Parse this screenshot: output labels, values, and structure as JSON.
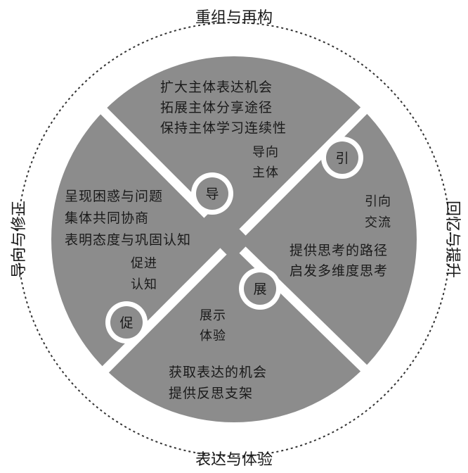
{
  "outer": {
    "top": "重组与再构",
    "right": "回忆与提升",
    "bottom": "表达与体验",
    "left": "导向与修正"
  },
  "quadrants": {
    "top": {
      "lines": [
        "扩大主体表达机会",
        "拓展主体分享途径",
        "保持主体学习连续性"
      ]
    },
    "left": {
      "lines": [
        "呈现困惑与问题",
        "集体共同协商",
        "表明态度与巩固认知"
      ]
    },
    "right": {
      "lines": [
        "提供思考的路径",
        "启发多维度思考"
      ]
    },
    "bottom": {
      "lines": [
        "获取表达的机会",
        "提供反思支架"
      ]
    }
  },
  "inner": {
    "guide_subject": [
      "导向",
      "主体"
    ],
    "lead_exchange": [
      "引向",
      "交流"
    ],
    "promote_cognition": [
      "促进",
      "认知"
    ],
    "show_experience": [
      "展示",
      "体验"
    ]
  },
  "knobs": {
    "guide": "导",
    "lead": "引",
    "show": "展",
    "promote": "促"
  },
  "colors": {
    "fill": "#8c8c8c",
    "seam": "#ffffff",
    "text": "#1a1a1a"
  }
}
